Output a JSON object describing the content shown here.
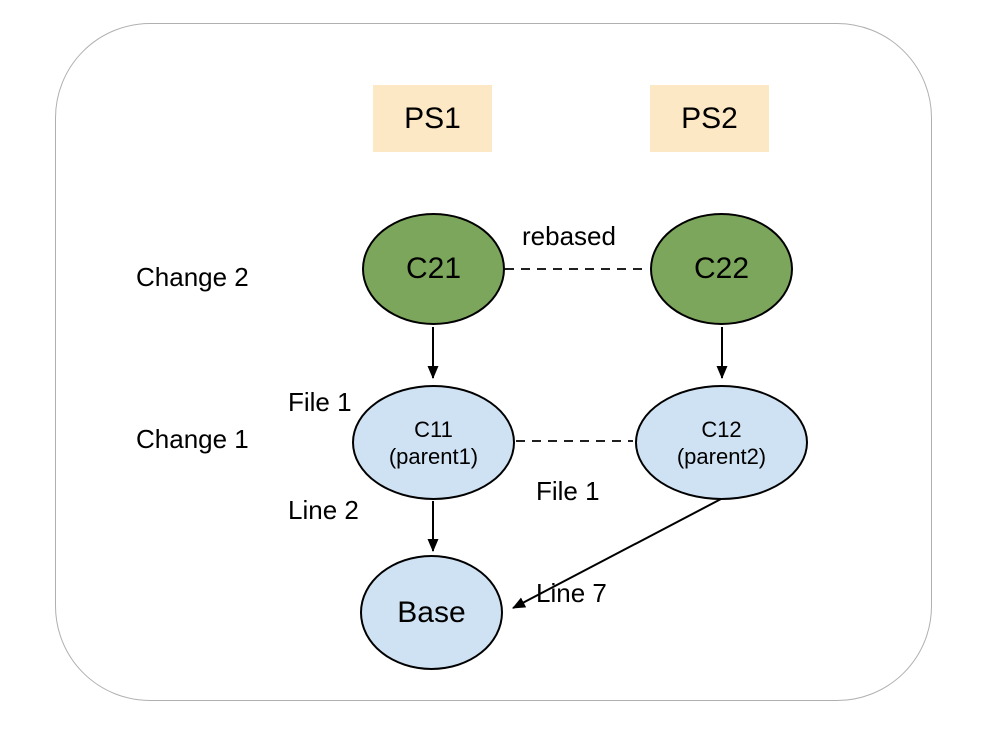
{
  "diagram": {
    "patchsets": [
      {
        "label": "PS1"
      },
      {
        "label": "PS2"
      }
    ],
    "row_labels": [
      {
        "label": "Change 2"
      },
      {
        "label": "Change 1"
      }
    ],
    "nodes": {
      "c21": {
        "label": "C21"
      },
      "c22": {
        "label": "C22"
      },
      "c11": {
        "label": "C11",
        "sublabel": "(parent1)"
      },
      "c12": {
        "label": "C12",
        "sublabel": "(parent2)"
      },
      "base": {
        "label": "Base"
      }
    },
    "edge_labels": {
      "rebased": "rebased",
      "c21_edit": {
        "line1": "File 1",
        "line2": "Line 2"
      },
      "c11_c12_edit": {
        "line1": "File 1",
        "line2": "Line 7"
      }
    },
    "colors": {
      "patchset_fill": "#fce8c4",
      "change2_node_fill": "#7ba65b",
      "change1_node_fill": "#cfe2f3",
      "node_stroke": "#000000",
      "frame_border": "#b0b0b0",
      "text": "#000000"
    }
  }
}
